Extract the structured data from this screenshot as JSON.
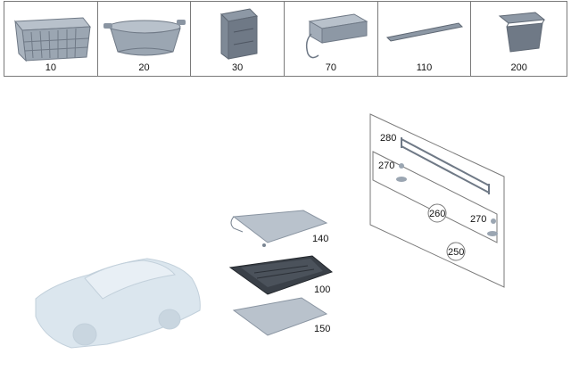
{
  "parts_strip": [
    {
      "number": "10",
      "icon": "crate-icon"
    },
    {
      "number": "20",
      "icon": "basket-icon"
    },
    {
      "number": "30",
      "icon": "bag-icon"
    },
    {
      "number": "70",
      "icon": "cooler-box-icon"
    },
    {
      "number": "110",
      "icon": "rod-icon"
    },
    {
      "number": "200",
      "icon": "holder-icon"
    }
  ],
  "callouts": {
    "mat_top": "140",
    "tray": "100",
    "mat_bottom": "150",
    "rail": "280",
    "hook_left": "270",
    "hook_right": "270",
    "panel_inner": "260",
    "panel_outer": "250"
  },
  "colors": {
    "part_fill": "#9ba6b2",
    "part_dark": "#6f7986",
    "car_fill": "#dbe6ee",
    "tray_dark": "#3a4048"
  }
}
